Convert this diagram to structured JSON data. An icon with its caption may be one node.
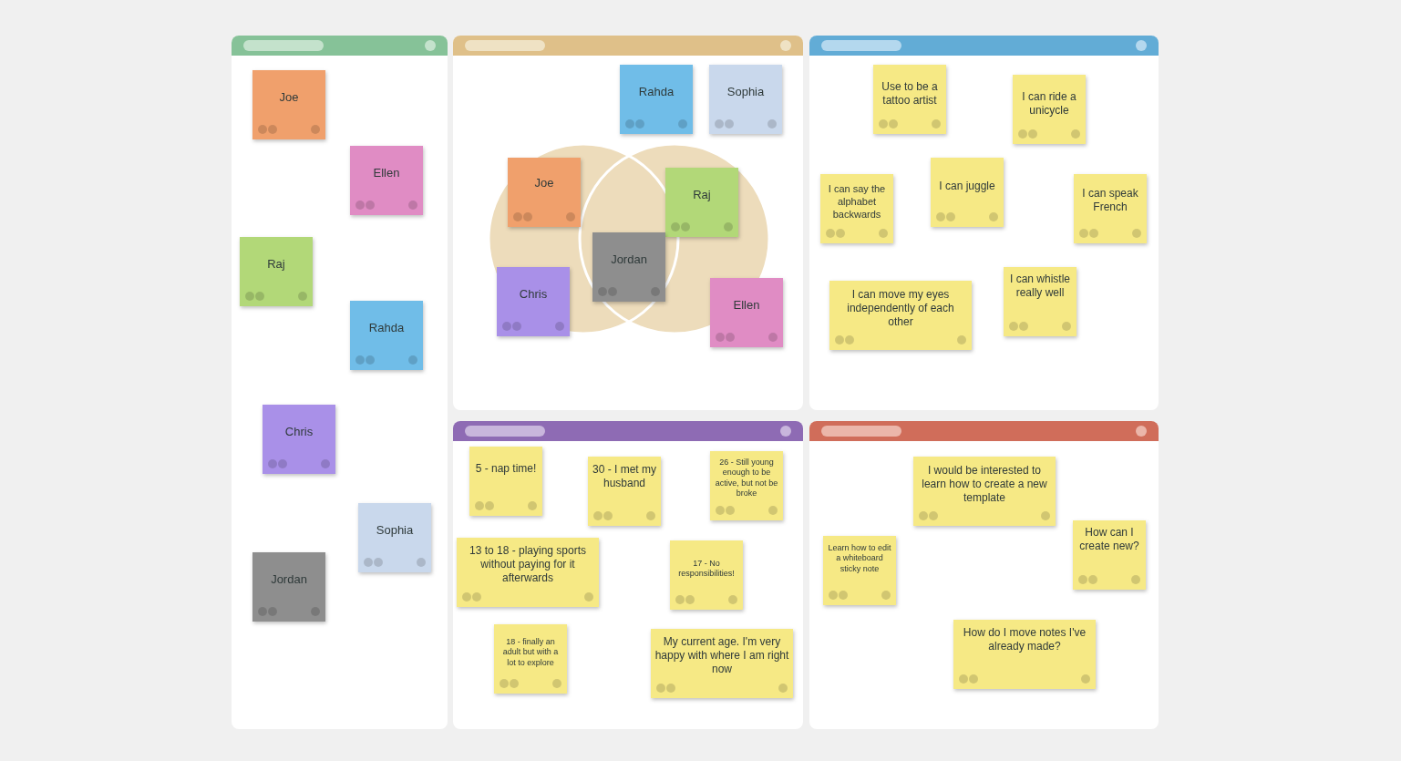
{
  "diagram": {
    "nodes": [
      {
        "text": [],
        "shape": "box"
      },
      {
        "text": [
          "Joe"
        ],
        "in": 0
      },
      {
        "text": [
          "Ellen"
        ],
        "in": 0
      },
      {
        "text": [
          "Raj"
        ],
        "in": 0
      },
      {
        "text": [
          "Rahda"
        ],
        "in": 0
      },
      {
        "text": [
          "Chris"
        ],
        "in": 0
      },
      {
        "text": [
          "Sophia"
        ],
        "in": 0
      },
      {
        "text": [
          "Jordan"
        ],
        "in": 0
      },
      {
        "text": [],
        "shape": "box"
      },
      {
        "text": [
          "Rahda"
        ],
        "in": 8
      },
      {
        "text": [
          "Sophia"
        ],
        "in": 8
      },
      {
        "text": [
          "Joe"
        ],
        "in": 8
      },
      {
        "text": [
          "Raj"
        ],
        "in": 8
      },
      {
        "text": [
          "Jordan"
        ],
        "in": 8
      },
      {
        "text": [
          "Chris"
        ],
        "in": 8
      },
      {
        "text": [
          "Ellen"
        ],
        "in": 8
      },
      {
        "text": [],
        "shape": "box"
      },
      {
        "text": [
          "Use to be a tattoo artist"
        ],
        "in": 16
      },
      {
        "text": [
          "I can ride a unicycle"
        ],
        "in": 16
      },
      {
        "text": [
          "I can juggle"
        ],
        "in": 16
      },
      {
        "text": [
          "I can say the alphabet backwards"
        ],
        "in": 16
      },
      {
        "text": [
          "I can speak French"
        ],
        "in": 16
      },
      {
        "text": [
          "I can whistle really well"
        ],
        "in": 16
      },
      {
        "text": [
          "I can move my eyes independently of each other"
        ],
        "in": 16
      },
      {
        "text": [],
        "shape": "box"
      },
      {
        "text": [
          "5 - nap time!"
        ],
        "in": 24
      },
      {
        "text": [
          "26 - Still young enough to be active, but not be broke"
        ],
        "in": 24
      },
      {
        "text": [
          "30 - I met my husband"
        ],
        "in": 24
      },
      {
        "text": [
          "13 to 18 - playing sports without paying for it afterwards"
        ],
        "in": 24
      },
      {
        "text": [
          "17 - No responsibilities!"
        ],
        "in": 24
      },
      {
        "text": [
          "18 - finally an adult but with a lot to explore"
        ],
        "in": 24
      },
      {
        "text": [
          "My current age. I'm very happy with where I am right now"
        ],
        "in": 24
      },
      {
        "text": [],
        "shape": "box"
      },
      {
        "text": [
          "I would be interested to learn how to create a new template"
        ],
        "in": 32
      },
      {
        "text": [
          "How can I create new?"
        ],
        "in": 32
      },
      {
        "text": [
          "Learn how to edit a whiteboard sticky note"
        ],
        "in": 32
      },
      {
        "text": [
          "How do I move notes I've already made?"
        ],
        "in": 32
      }
    ]
  }
}
